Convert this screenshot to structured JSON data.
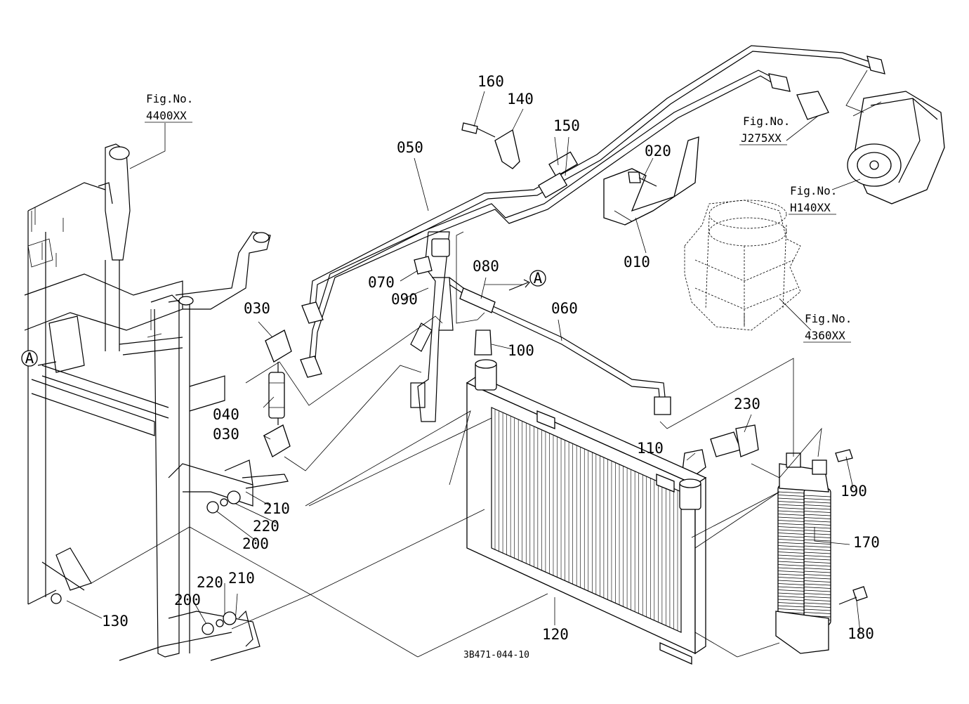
{
  "parts": [
    "010",
    "020",
    "030",
    "030",
    "040",
    "050",
    "060",
    "070",
    "080",
    "090",
    "100",
    "110",
    "120",
    "130",
    "140",
    "150",
    "160",
    "170",
    "180",
    "190",
    "200",
    "200",
    "210",
    "210",
    "220",
    "220",
    "230"
  ],
  "refs": {
    "r4400": {
      "fig": "Fig.No.",
      "no": "4400XX"
    },
    "rJ275": {
      "fig": "Fig.No.",
      "no": "J275XX"
    },
    "rH140": {
      "fig": "Fig.No.",
      "no": "H140XX"
    },
    "r4360": {
      "fig": "Fig.No.",
      "no": "4360XX"
    }
  },
  "marker": "A",
  "drawing_code": "3B471-044-10"
}
